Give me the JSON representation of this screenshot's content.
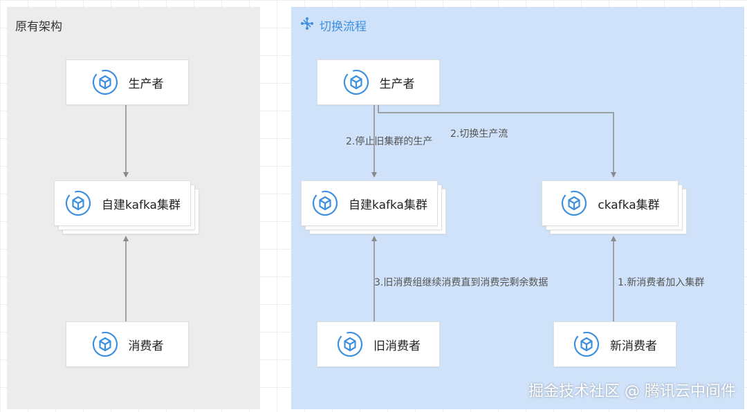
{
  "left_panel": {
    "title": "原有架构"
  },
  "right_panel": {
    "title": "切换流程"
  },
  "left": {
    "producer": "生产者",
    "cluster": "自建kafka集群",
    "consumer": "消费者"
  },
  "right": {
    "producer": "生产者",
    "self_cluster": "自建kafka集群",
    "ckafka": "ckafka集群",
    "old_consumer": "旧消费者",
    "new_consumer": "新消费者"
  },
  "edges": {
    "stop_old": "2.停止旧集群的生产",
    "switch_flow": "2.切换生产流",
    "old_drain": "3.旧消费组继续消费直到消费完剩余数据",
    "new_join": "1.新消费者加入集群"
  },
  "colors": {
    "left_bg": "#ececec",
    "right_bg": "#cfe2f9",
    "accent": "#3d8fe0",
    "arrow": "#8a8a8a"
  },
  "watermark": "掘金技术社区 @ 腾讯云中间件"
}
